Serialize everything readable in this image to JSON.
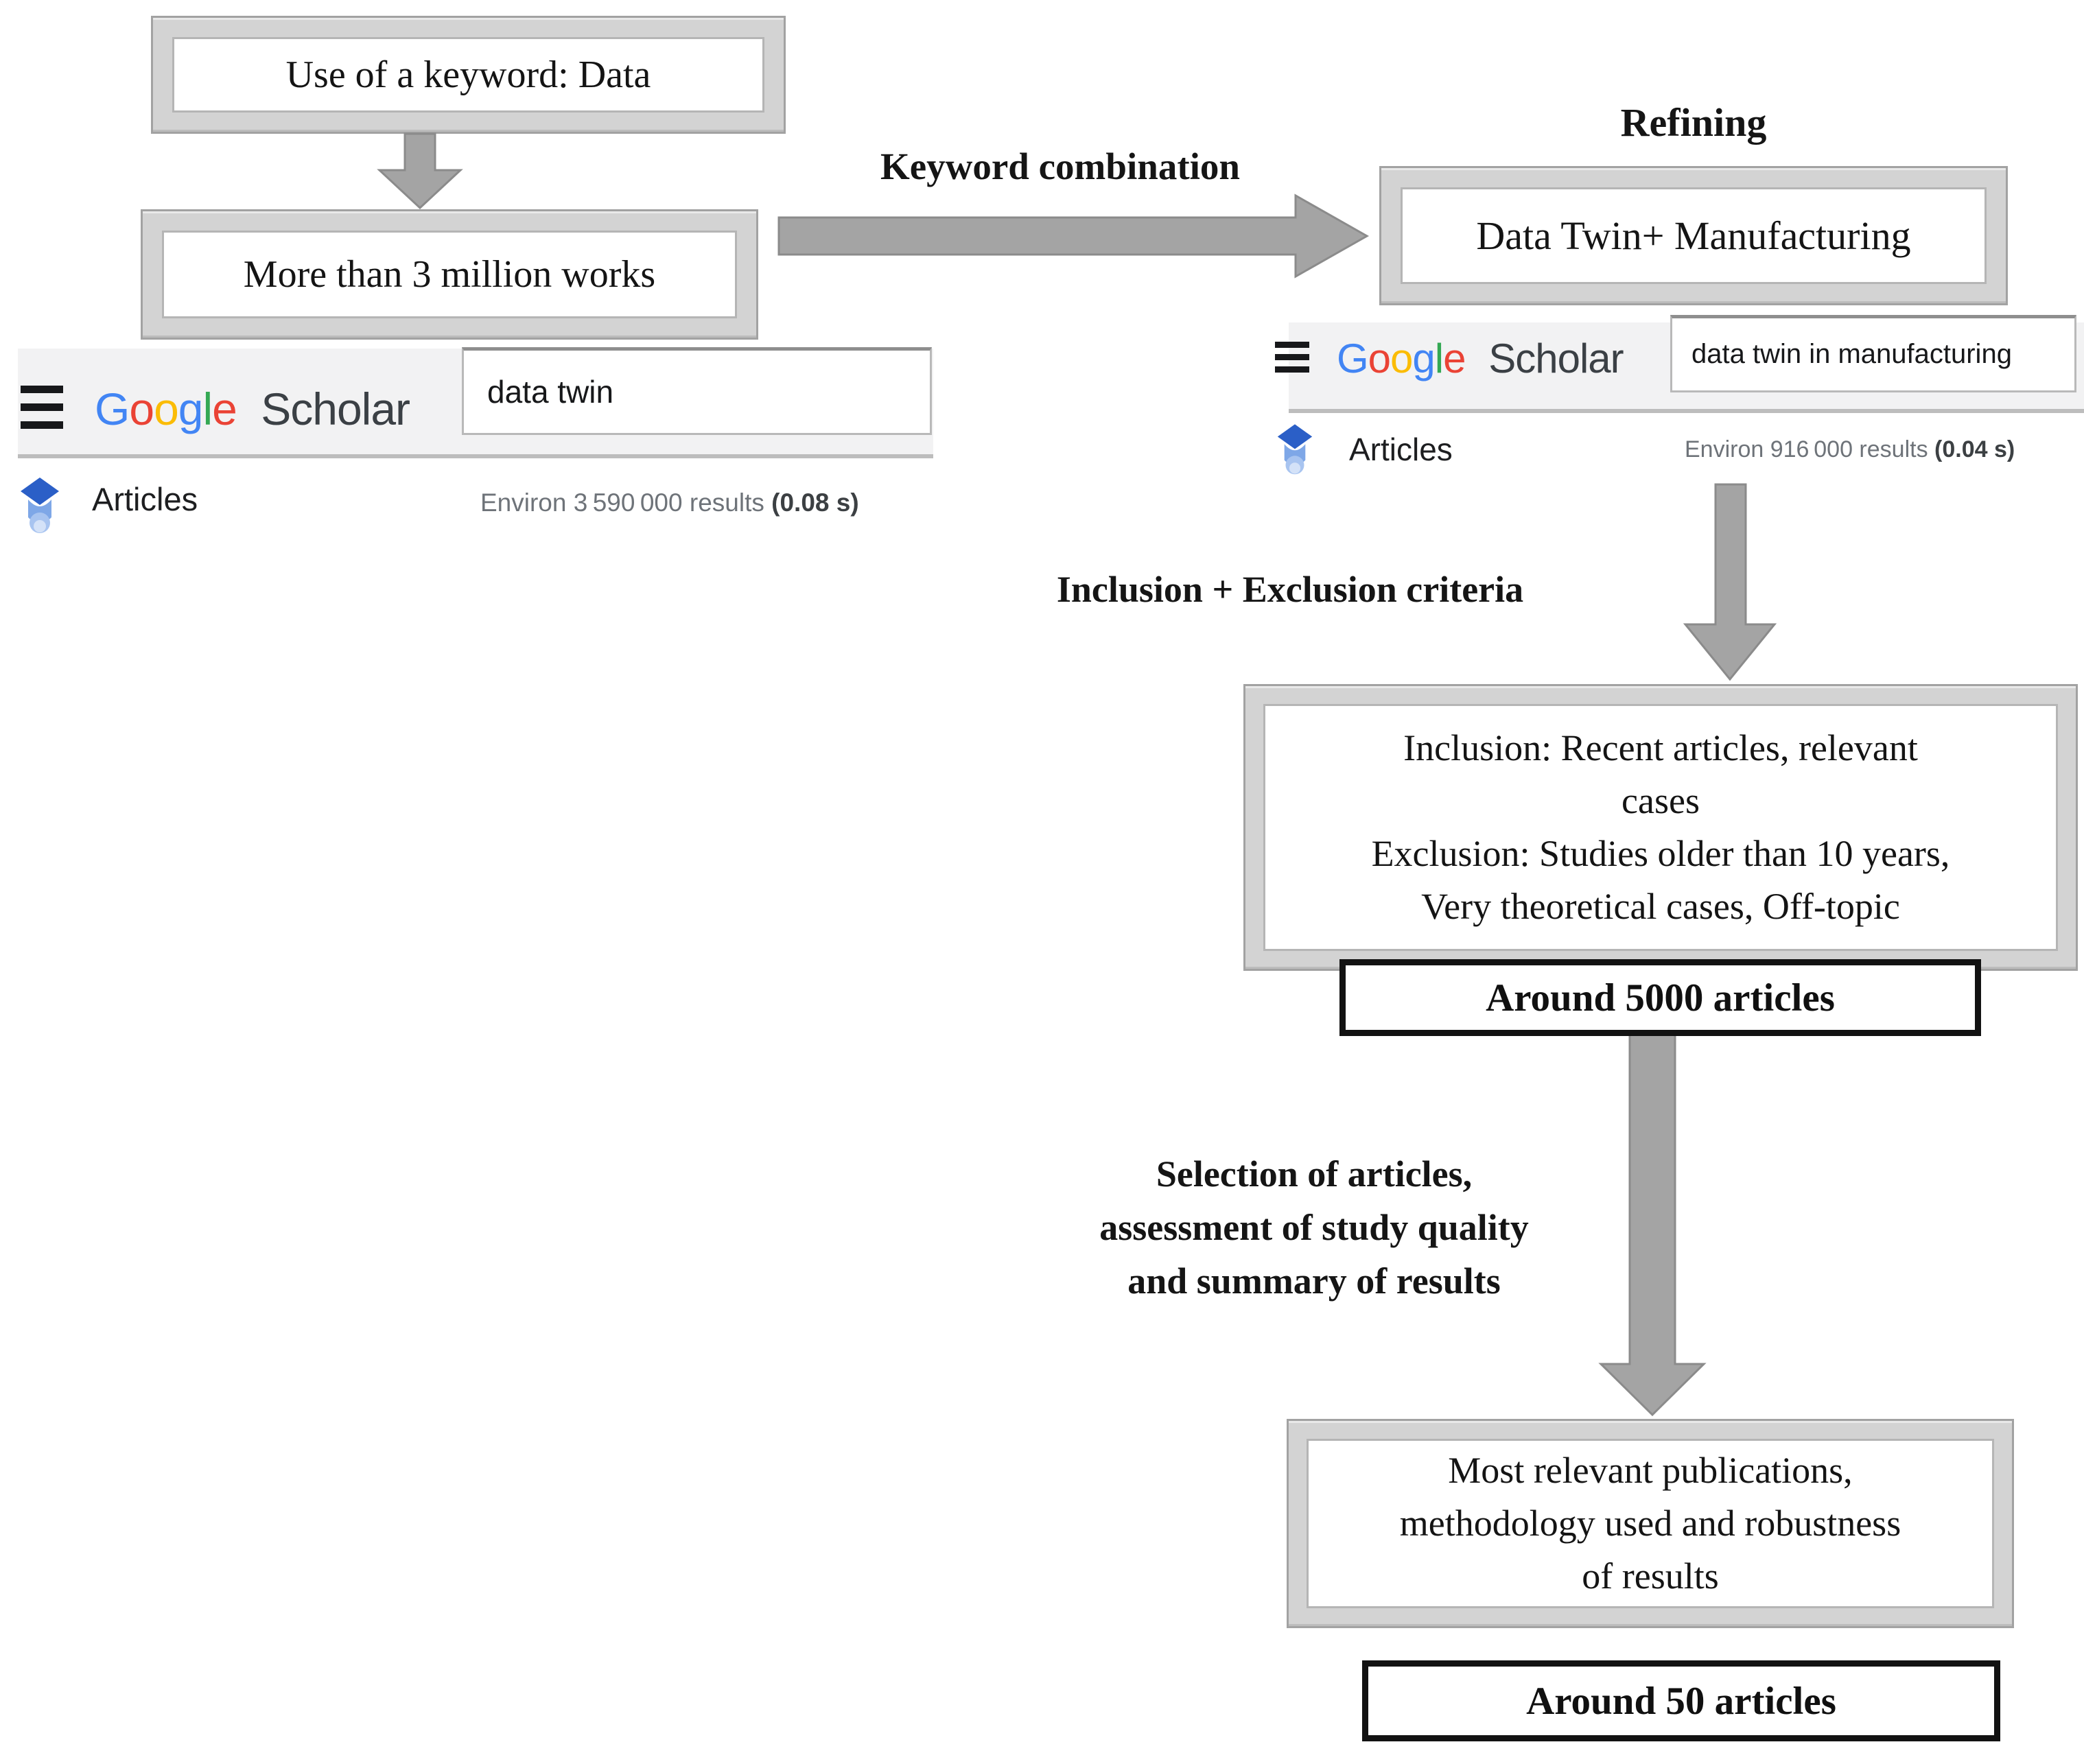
{
  "flow": {
    "box_keyword": "Use of a keyword: Data",
    "box_million": "More than 3 million works",
    "box_refined": "Data Twin+ Manufacturing",
    "criteria_lines": [
      "Inclusion: Recent articles, relevant",
      "cases",
      "Exclusion: Studies older than 10 years,",
      "Very theoretical cases, Off-topic"
    ],
    "box_around_5000": "Around 5000 articles",
    "relevant_lines": [
      "Most relevant publications,",
      "methodology used and robustness",
      "of results"
    ],
    "box_around_50": "Around 50 articles"
  },
  "labels": {
    "keyword_combination": "Keyword combination",
    "refining": "Refining",
    "inclusion_exclusion": "Inclusion + Exclusion criteria",
    "selection_lines": [
      "Selection of articles,",
      "assessment of study quality",
      "and summary of results"
    ]
  },
  "google_logo": {
    "letters": [
      "G",
      "o",
      "o",
      "g",
      "l",
      "e"
    ],
    "scholar": "Scholar"
  },
  "gs_left": {
    "search_value": "data twin",
    "articles_label": "Articles",
    "results_prefix": "Environ 3 590 000 results ",
    "results_time": "(0.08 s)"
  },
  "gs_right": {
    "search_value": "data twin in manufacturing",
    "articles_label": "Articles",
    "results_prefix": "Environ 916 000 results ",
    "results_time": "(0.04 s)"
  },
  "icons": {
    "menu_icon": "hamburger-menu",
    "articles_icon": "scholar-graduation-cap"
  },
  "colors": {
    "google_blue": "#4285F4",
    "google_red": "#EA4335",
    "google_yellow": "#FBBC05",
    "google_green": "#34A853",
    "scholar_gray": "#3b4045",
    "results_gray": "#6e7379",
    "band_gray": "#f2f2f3",
    "frame_gray": "#d3d3d3",
    "arrow_gray": "#a4a4a4",
    "box_border_black": "#121212"
  }
}
